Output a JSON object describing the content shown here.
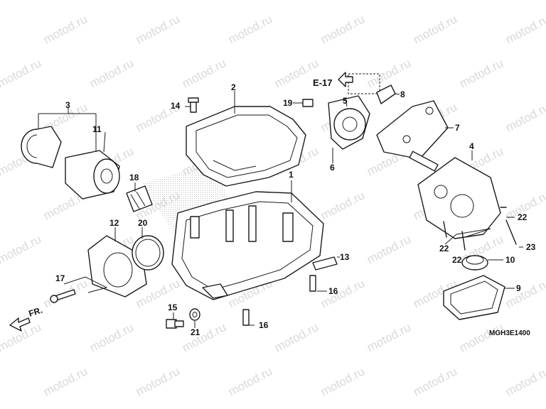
{
  "watermark": {
    "text": "motod.ru"
  },
  "reference": {
    "label": "E-17"
  },
  "front_marker": {
    "label": "FR."
  },
  "diagram_code": "MGH3E1400",
  "callouts": [
    "1",
    "2",
    "3",
    "4",
    "5",
    "6",
    "7",
    "8",
    "9",
    "10",
    "11",
    "12",
    "13",
    "14",
    "15",
    "16",
    "16",
    "17",
    "18",
    "19",
    "20",
    "21",
    "22",
    "22",
    "22",
    "23"
  ]
}
